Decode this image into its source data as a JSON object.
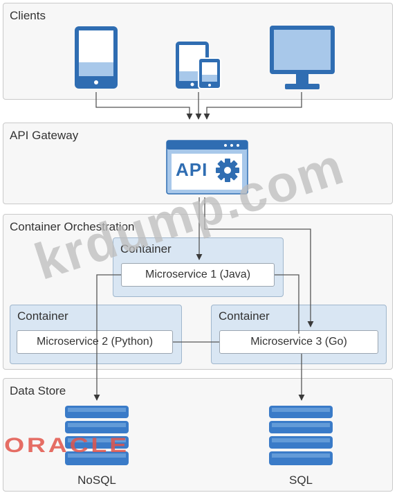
{
  "clients": {
    "title": "Clients"
  },
  "gateway": {
    "title": "API Gateway",
    "badge_text": "API"
  },
  "orchestration": {
    "title": "Container Orchestration",
    "containers": [
      {
        "label": "Container",
        "service": "Microservice 1 (Java)"
      },
      {
        "label": "Container",
        "service": "Microservice 2 (Python)"
      },
      {
        "label": "Container",
        "service": "Microservice 3 (Go)"
      }
    ]
  },
  "datastore": {
    "title": "Data Store",
    "stores": [
      {
        "label": "NoSQL"
      },
      {
        "label": "SQL"
      }
    ]
  },
  "watermark": {
    "site": "krdump.com",
    "brand": "ORACLE"
  },
  "colors": {
    "device_blue": "#2f6db2",
    "screen_light": "#a8c8ea",
    "container_fill": "#d9e6f3",
    "watermark_gray": "#bdbdbd",
    "oracle_red": "#e2554b"
  },
  "icons": [
    "tablet-icon",
    "phone-tablet-icon",
    "desktop-icon",
    "api-window-icon",
    "gear-icon",
    "database-icon"
  ]
}
